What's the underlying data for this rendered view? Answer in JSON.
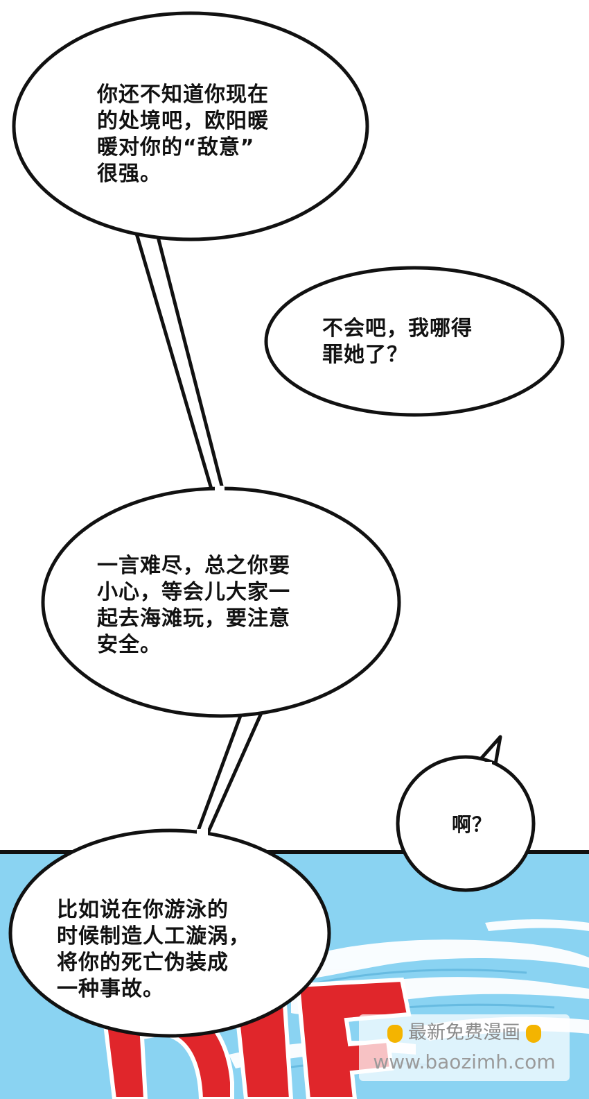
{
  "bubbles": [
    {
      "lines": [
        "你还不知道你现在",
        "的处境吧，欧阳暖",
        "暖对你的“敌意”",
        "很强。"
      ]
    },
    {
      "lines": [
        "不会吧，我哪得",
        "罪她了？"
      ]
    },
    {
      "lines": [
        "一言难尽，总之你要",
        "小心，等会儿大家一",
        "起去海滩玩，要注意",
        "安全。"
      ]
    },
    {
      "lines": [
        "啊？"
      ]
    },
    {
      "lines": [
        "比如说在你游泳的",
        "时候制造人工漩涡，",
        "将你的死亡伪装成",
        "一种事故。"
      ]
    }
  ],
  "watermark": {
    "line1": "最新免费漫画",
    "line2": "www.baozimh.com"
  },
  "colors": {
    "sea": "#8ad3f2",
    "wave": "#ffffff",
    "die_red": "#e0262b",
    "outline": "#111111"
  }
}
